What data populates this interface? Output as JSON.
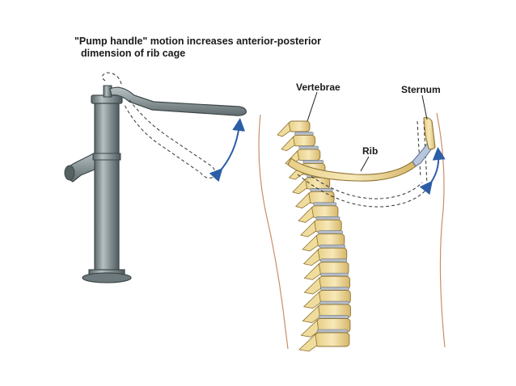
{
  "caption": {
    "line1": "\"Pump handle\" motion increases anterior-posterior",
    "line2": "dimension of rib cage"
  },
  "labels": {
    "vertebrae": "Vertebrae",
    "sternum": "Sternum",
    "rib": "Rib"
  },
  "colors": {
    "pump_metal": "#8a979a",
    "pump_dark": "#4f5a5d",
    "bone": "#f0dc9c",
    "bone_dark": "#c9a85a",
    "disc": "#b4bcc6",
    "body_outline": "#c98d6b",
    "arrow": "#2c5ea8",
    "cartilage": "#b8c6dd"
  }
}
